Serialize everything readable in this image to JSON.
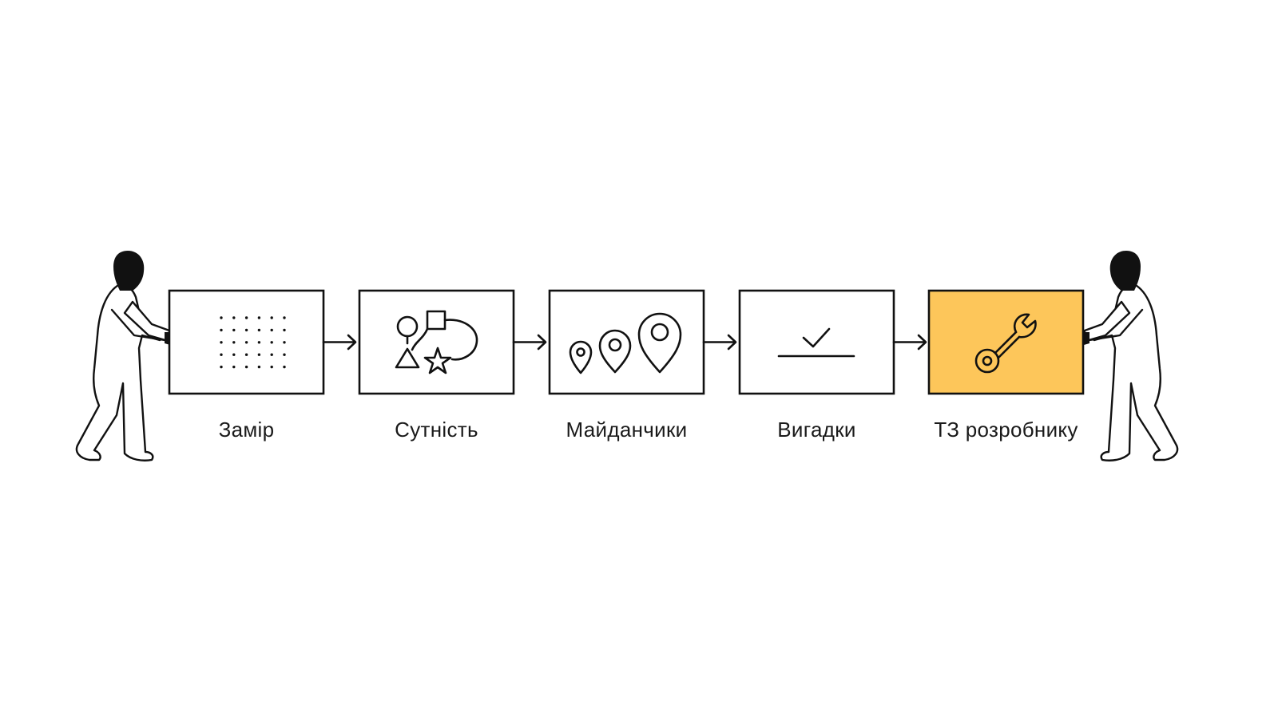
{
  "steps": [
    {
      "label": "Замір",
      "icon": "dot-grid-icon",
      "highlighted": false
    },
    {
      "label": "Сутність",
      "icon": "shapes-icon",
      "highlighted": false
    },
    {
      "label": "Майданчики",
      "icon": "location-pins-icon",
      "highlighted": false
    },
    {
      "label": "Вигадки",
      "icon": "checkmark-line-icon",
      "highlighted": false
    },
    {
      "label": "ТЗ розробнику",
      "icon": "wrench-icon",
      "highlighted": true
    }
  ],
  "colors": {
    "background": "#ffffff",
    "stroke": "#111111",
    "highlight": "#FDC65A",
    "text": "#1a1a1a"
  }
}
